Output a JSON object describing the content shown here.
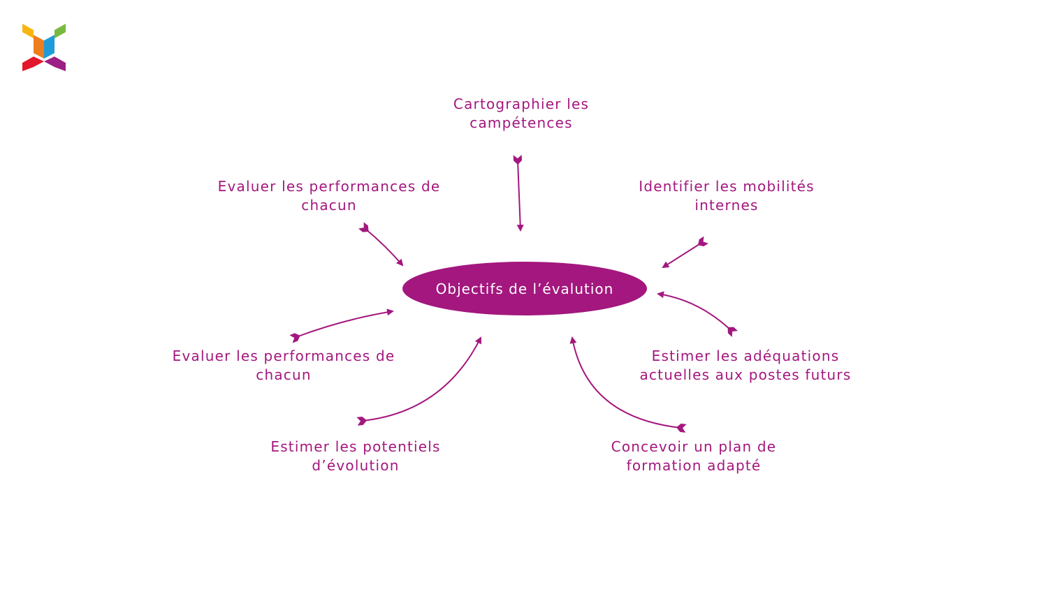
{
  "colors": {
    "accent": "#A3177E",
    "logo_yellow": "#F6B511",
    "logo_green": "#7AB93F",
    "logo_orange": "#EE7D1E",
    "logo_blue": "#1F9BDA",
    "logo_red": "#E3172B",
    "logo_purple": "#9D1F85"
  },
  "center": {
    "label": "Objectifs de l’évalution"
  },
  "goals": [
    {
      "line1": "Cartographier les",
      "line2": "campétences"
    },
    {
      "line1": "Evaluer les performances de",
      "line2": "chacun"
    },
    {
      "line1": "Identifier les mobilités",
      "line2": "internes"
    },
    {
      "line1": "Evaluer les performances de",
      "line2": "chacun"
    },
    {
      "line1": "Estimer les adéquations",
      "line2": "actuelles aux postes futurs"
    },
    {
      "line1": "Estimer les potentiels",
      "line2": "d’évolution"
    },
    {
      "line1": "Concevoir un plan de",
      "line2": "formation adapté"
    }
  ]
}
